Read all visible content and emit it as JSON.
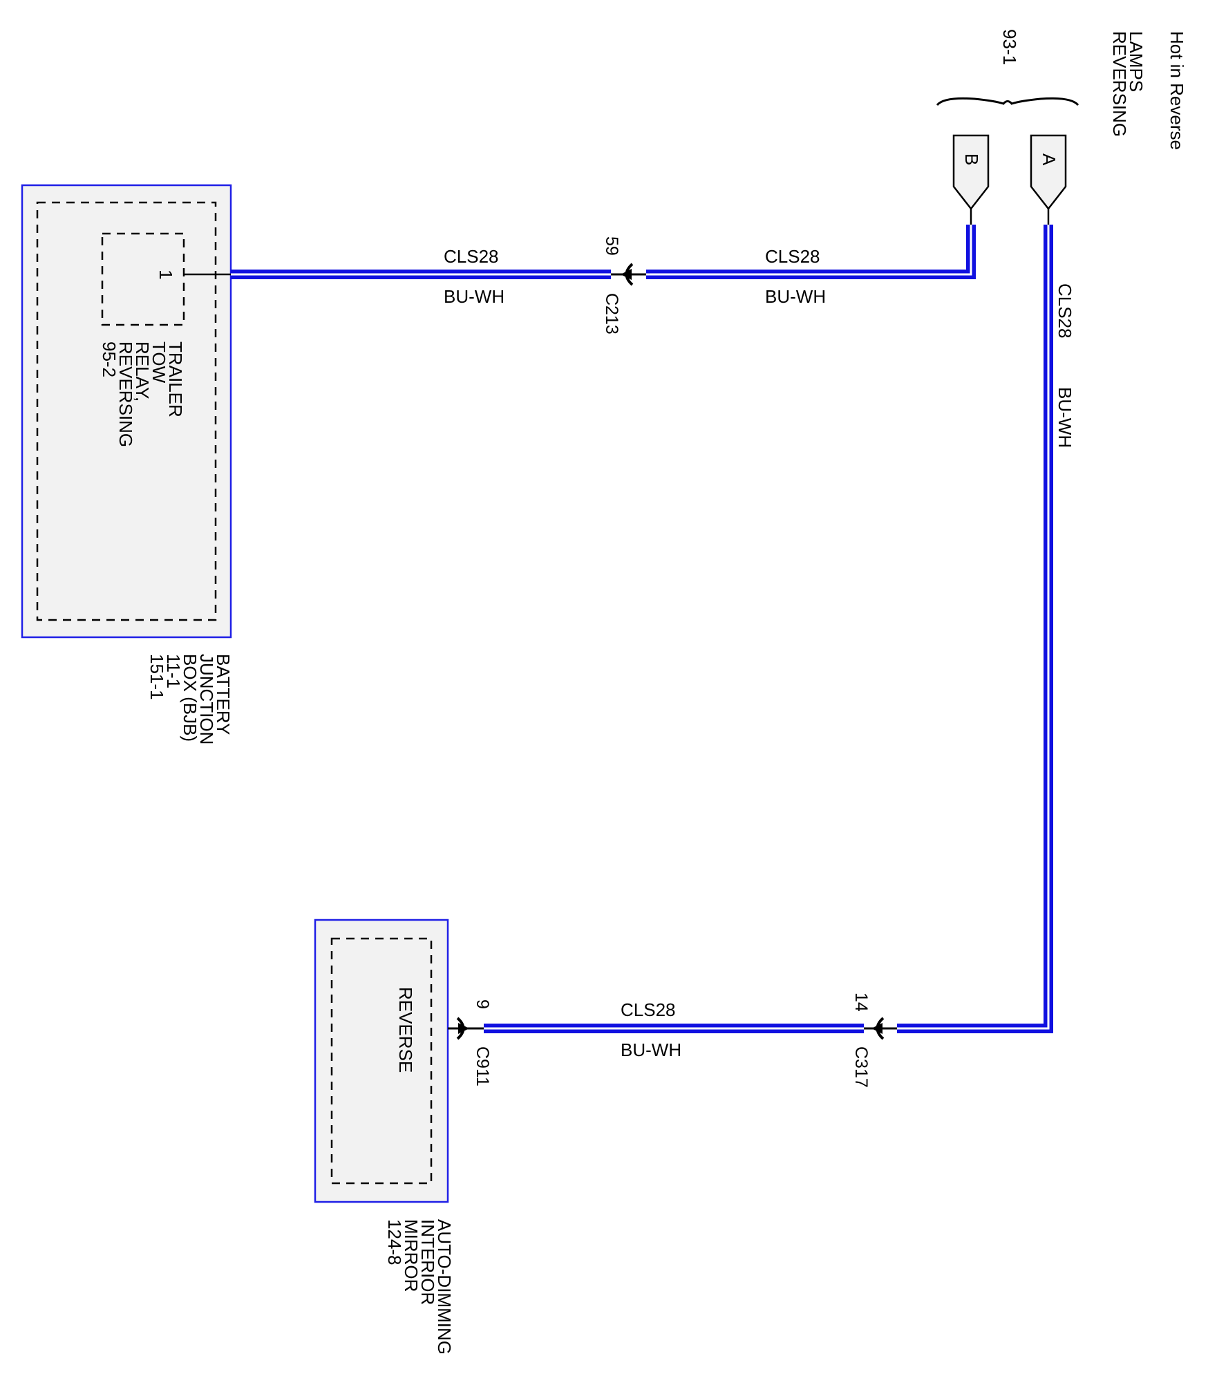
{
  "title": "Hot in Reverse",
  "colors": {
    "wire": "#1010e0",
    "box_border": "#1f1fe6",
    "box_fill": "#f2f2f2"
  },
  "components": {
    "reversing_lamps": {
      "lines": [
        "REVERSING",
        "LAMPS"
      ],
      "ref": "93-1",
      "pin_a": "A",
      "pin_b": "B"
    },
    "bjb": {
      "lines": [
        "BATTERY",
        "JUNCTION",
        "BOX (BJB)",
        "11-1",
        "151-1"
      ],
      "relay_lines": [
        "TRAILER",
        "TOW",
        "RELAY,",
        "REVERSING",
        "95-2"
      ],
      "pin": "1"
    },
    "mirror": {
      "lines": [
        "AUTO-DIMMING",
        "INTERIOR",
        "MIRROR",
        "124-8"
      ],
      "label": "REVERSE"
    }
  },
  "connectors": {
    "c213": {
      "name": "C213",
      "pin": "59"
    },
    "c317": {
      "name": "C317",
      "pin": "14"
    },
    "c911": {
      "name": "C911",
      "pin": "9"
    }
  },
  "wires": {
    "top_left": {
      "circuit": "CLS28",
      "color": "BU-WH"
    },
    "top_right": {
      "circuit": "CLS28",
      "color": "BU-WH"
    },
    "vertical": {
      "circuit": "CLS28",
      "color": "BU-WH"
    },
    "bottom": {
      "circuit": "CLS28",
      "color": "BU-WH"
    }
  }
}
